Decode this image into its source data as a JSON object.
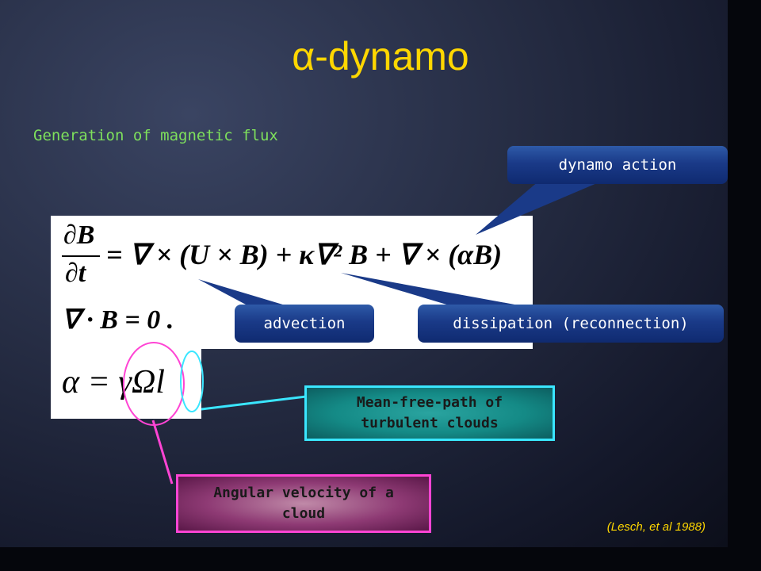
{
  "slide": {
    "title": "α-dynamo",
    "subtitle": "Generation of magnetic flux",
    "citation": "(Lesch, et al 1988)"
  },
  "equations": {
    "induction_lhs_num": "∂B",
    "induction_lhs_den": "∂t",
    "induction_rhs": "= ∇ × (U × B) + κ∇² B + ∇ × (αB)",
    "divergence": "∇ · B = 0 .",
    "alpha_def": "α = γΩl"
  },
  "labels": {
    "dynamo_action": "dynamo action",
    "advection": "advection",
    "dissipation": "dissipation (reconnection)",
    "mean_free_path": "Mean-free-path of turbulent clouds",
    "angular_velocity": "Angular velocity of a cloud"
  },
  "colors": {
    "title": "#ffd700",
    "subtitle": "#7ee05c",
    "callout_blue": "#1a3a88",
    "cyan_outline": "#3ae6ff",
    "magenta_outline": "#ff44d4"
  }
}
